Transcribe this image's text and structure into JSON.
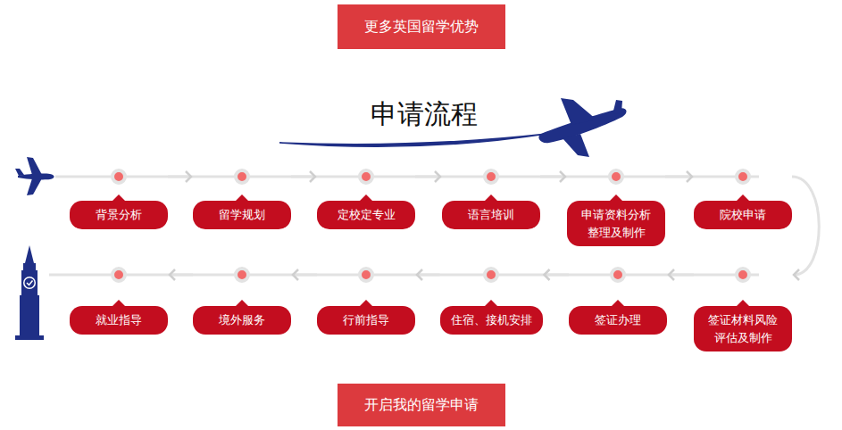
{
  "diagram": {
    "title": "申请流程",
    "nodes": [
      {
        "text": [
          "更多英国留学优势"
        ]
      },
      {
        "text": [
          "背景分析"
        ]
      },
      {
        "text": [
          "留学规划"
        ]
      },
      {
        "text": [
          "定校定专业"
        ]
      },
      {
        "text": [
          "语言培训"
        ]
      },
      {
        "text": [
          "申请资料分析 整理及制作"
        ]
      },
      {
        "text": [
          "院校申请"
        ]
      },
      {
        "text": [
          "签证材料风险 评估及制作"
        ]
      },
      {
        "text": [
          "签证办理"
        ]
      },
      {
        "text": [
          "住宿、接机安排"
        ]
      },
      {
        "text": [
          "行前指导"
        ]
      },
      {
        "text": [
          "境外服务"
        ]
      },
      {
        "text": [
          "就业指导"
        ]
      },
      {
        "text": [
          "开启我的留学申请"
        ]
      }
    ],
    "edges": [
      {
        "from": 1,
        "to": 2,
        "arrow": "to"
      },
      {
        "from": 2,
        "to": 3,
        "arrow": "to"
      },
      {
        "from": 3,
        "to": 4,
        "arrow": "to"
      },
      {
        "from": 4,
        "to": 5,
        "arrow": "to"
      },
      {
        "from": 5,
        "to": 6,
        "arrow": "to"
      },
      {
        "from": 6,
        "to": 7,
        "arrow": "to"
      },
      {
        "from": 7,
        "to": 8,
        "arrow": "to"
      },
      {
        "from": 8,
        "to": 9,
        "arrow": "to"
      },
      {
        "from": 9,
        "to": 10,
        "arrow": "to"
      },
      {
        "from": 10,
        "to": 11,
        "arrow": "to"
      },
      {
        "from": 11,
        "to": 12,
        "arrow": "to"
      }
    ]
  }
}
